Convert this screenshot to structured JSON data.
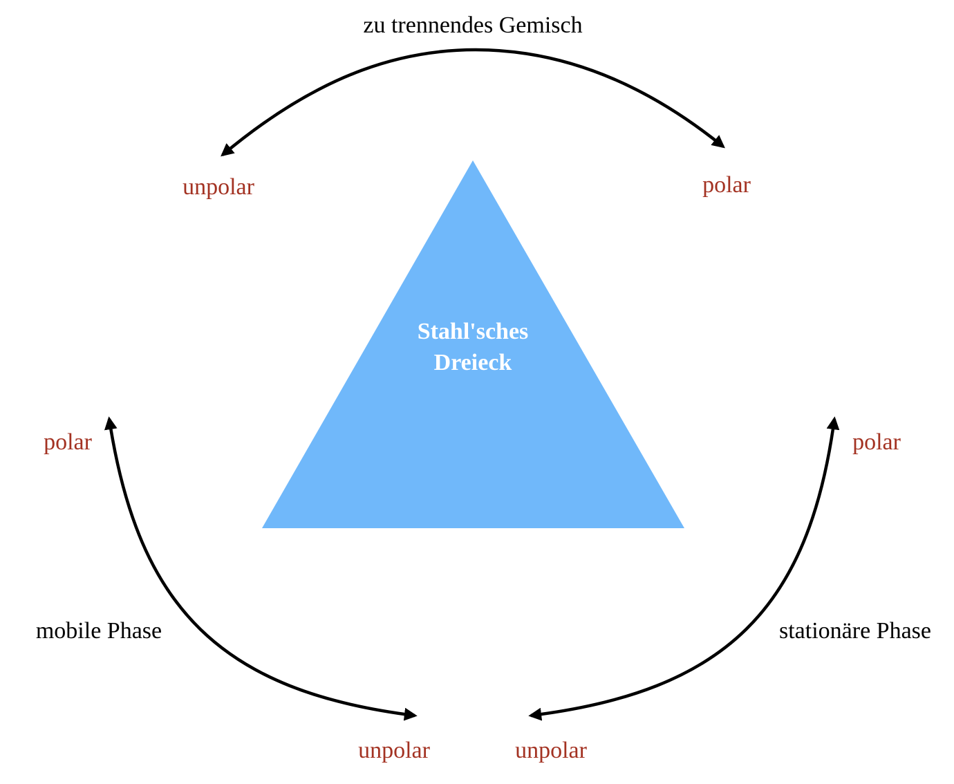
{
  "colors": {
    "triangle": "#70b8fa",
    "pole_label": "#a33222",
    "text": "#000000",
    "center_text": "#ffffff",
    "arrow": "#000000"
  },
  "center": {
    "line1": "Stahl'sches",
    "line2": "Dreieck"
  },
  "mixture": {
    "title": "zu trennendes Gemisch",
    "left_label": "unpolar",
    "right_label": "polar"
  },
  "mobile_phase": {
    "title": "mobile Phase",
    "top_label": "polar",
    "bottom_label": "unpolar"
  },
  "stationary_phase": {
    "title": "stationäre Phase",
    "top_label": "polar",
    "bottom_label": "unpolar"
  }
}
